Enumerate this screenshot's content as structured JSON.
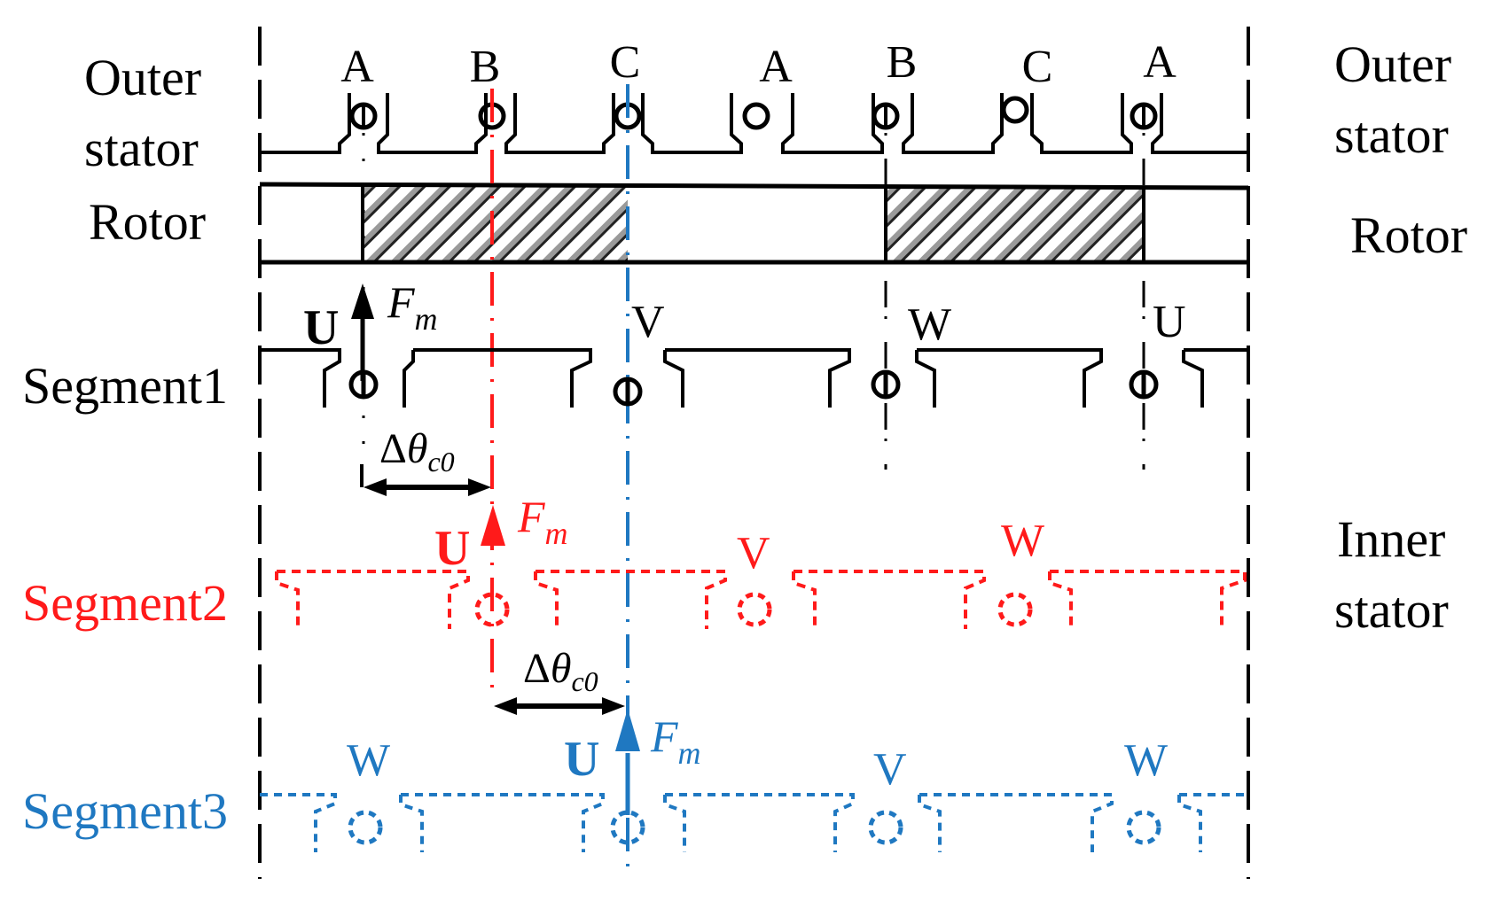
{
  "colors": {
    "black": "#000000",
    "segment2": "#ff1a1a",
    "segment3": "#1f78c1"
  },
  "labels": {
    "outer_stator_left_line1": "Outer",
    "outer_stator_left_line2": "stator",
    "rotor_left": "Rotor",
    "segment1": "Segment1",
    "segment2": "Segment2",
    "segment3": "Segment3",
    "outer_stator_right_line1": "Outer",
    "outer_stator_right_line2": "stator",
    "rotor_right": "Rotor",
    "inner_stator_line1": "Inner",
    "inner_stator_line2": "stator"
  },
  "outer_stator_phases": [
    "A",
    "B",
    "C",
    "A",
    "B",
    "C",
    "A"
  ],
  "segment1": {
    "u_label": "U",
    "force_label": "F",
    "force_sub": "m",
    "phases": [
      "V",
      "W",
      "U"
    ]
  },
  "segment2": {
    "u_label": "U",
    "force_label": "F",
    "force_sub": "m",
    "phases": [
      "V",
      "W"
    ]
  },
  "segment3": {
    "u_label": "U",
    "force_label": "F",
    "force_sub": "m",
    "phases": [
      "W",
      "V",
      "W"
    ]
  },
  "offset_label": {
    "delta": "Δ",
    "theta": "θ",
    "sub": "c0"
  }
}
